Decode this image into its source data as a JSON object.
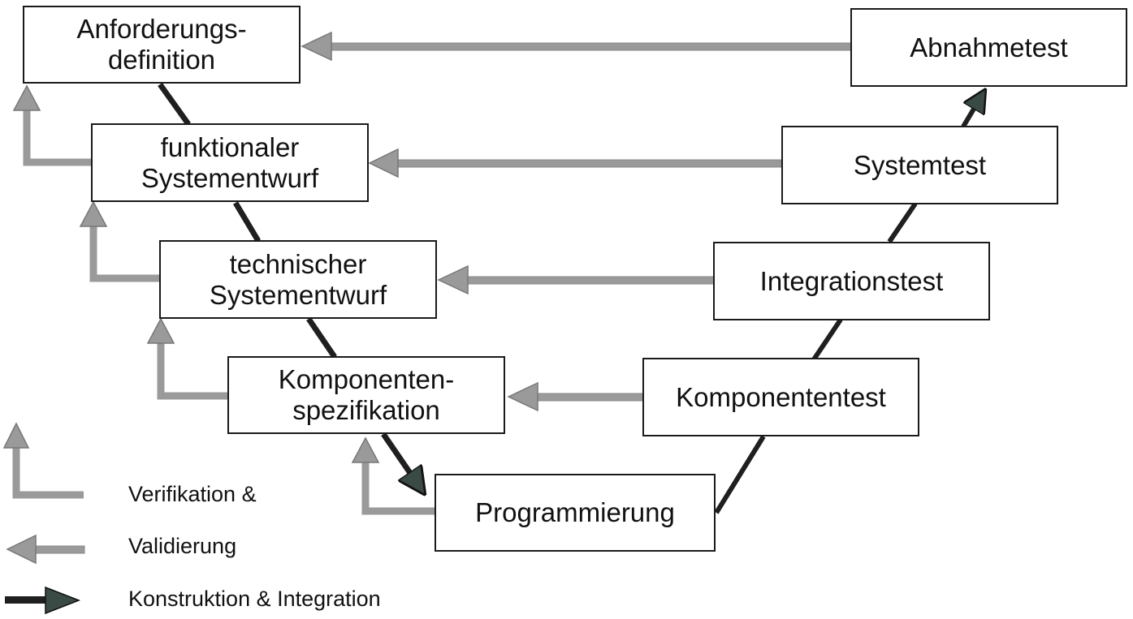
{
  "title": "V-Modell",
  "colors": {
    "validation_arrow": "#9a9a9a",
    "validation_arrow_stroke": "#777777",
    "construction_arrow": "#1f1f1f",
    "construction_head": "#3a4a44",
    "box_border": "#1a1a1a"
  },
  "left_branch": [
    {
      "id": "anforderungsdefinition",
      "lines": [
        "Anforderungs-",
        "definition"
      ]
    },
    {
      "id": "funktionaler-systementwurf",
      "lines": [
        "funktionaler",
        "Systementwurf"
      ]
    },
    {
      "id": "technischer-systementwurf",
      "lines": [
        "technischer",
        "Systementwurf"
      ]
    },
    {
      "id": "komponentenspezifikation",
      "lines": [
        "Komponenten-",
        "spezifikation"
      ]
    }
  ],
  "bottom": {
    "id": "programmierung",
    "lines": [
      "Programmierung"
    ]
  },
  "right_branch": [
    {
      "id": "abnahmetest",
      "lines": [
        "Abnahmetest"
      ]
    },
    {
      "id": "systemtest",
      "lines": [
        "Systemtest"
      ]
    },
    {
      "id": "integrationstest",
      "lines": [
        "Integrationstest"
      ]
    },
    {
      "id": "komponententest",
      "lines": [
        "Komponententest"
      ]
    }
  ],
  "legend": {
    "verification_label": "Verifikation &",
    "validation_label": "Validierung",
    "construction_label": "Konstruktion & Integration"
  }
}
